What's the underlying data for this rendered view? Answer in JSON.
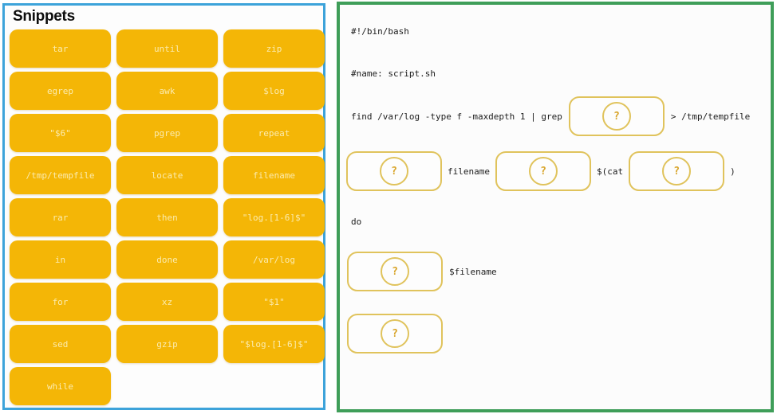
{
  "snippets_panel": {
    "title": "Snippets",
    "items": [
      "tar",
      "until",
      "zip",
      "egrep",
      "awk",
      "$log",
      "\"$6\"",
      "pgrep",
      "repeat",
      "/tmp/tempfile",
      "locate",
      "filename",
      "rar",
      "then",
      "\"log.[1-6]$\"",
      "in",
      "done",
      "/var/log",
      "for",
      "xz",
      "\"$1\"",
      "sed",
      "gzip",
      "\"$log.[1-6]$\"",
      "while"
    ]
  },
  "script_panel": {
    "shebang": "#!/bin/bash",
    "name_comment": "#name: script.sh",
    "find_line_before": "find /var/log -type f -maxdepth 1 | grep",
    "find_line_after": "> /tmp/tempfile",
    "loop_line_filename": "filename",
    "loop_line_cat": "$(cat",
    "loop_line_close_paren": ")",
    "do_keyword": "do",
    "body_line_arg": "$filename",
    "dropzone_placeholder": "?"
  },
  "colors": {
    "snippets_panel_border": "#3DA3DA",
    "script_panel_border": "#3F9E59",
    "snippet_fill": "#F4B606",
    "snippet_text": "#FBEBAE",
    "dropzone_border": "#E0C35C",
    "dropzone_mark": "#D8A429"
  }
}
